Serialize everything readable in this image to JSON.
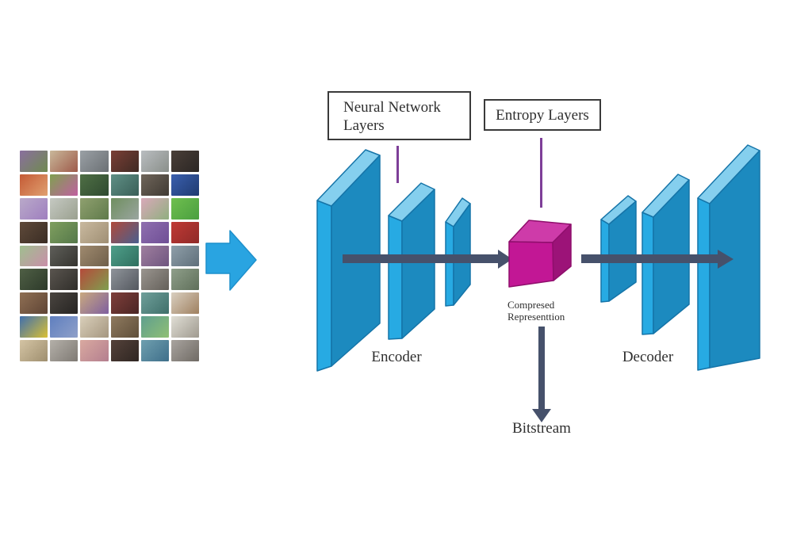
{
  "figure": {
    "boxes": {
      "neural_network_layers": {
        "line1": "Neural Network",
        "line2": "Layers"
      },
      "entropy_layers": {
        "label": "Entropy Layers"
      }
    },
    "labels": {
      "encoder": "Encoder",
      "decoder": "Decoder",
      "compressed_line1": "Compresed",
      "compressed_line2": "Representtion",
      "bitstream": "Bitstream"
    }
  },
  "colors": {
    "slab_face": "#1C8ABF",
    "slab_side": "#27AAE3",
    "slab_top": "#85CFEE",
    "cube_front": "#C21795",
    "cube_top": "#CE3BA9",
    "cube_right": "#9C1378",
    "flow_arrow": "#46516B",
    "input_arrow": "#29A4E1",
    "pointer_line": "#7E3F98",
    "box_border": "#3A3A3A",
    "text": "#2F2F2F"
  },
  "collage": {
    "rows": 9,
    "cols": 6,
    "tiles": [
      {
        "c1": "#8a6f9e",
        "c2": "#6f8a4f"
      },
      {
        "c1": "#c9b89a",
        "c2": "#9e5a4a"
      },
      {
        "c1": "#9aa0a5",
        "c2": "#6b7074"
      },
      {
        "c1": "#7a3f35",
        "c2": "#3f2a24"
      },
      {
        "c1": "#b9bdc0",
        "c2": "#8a8f8a"
      },
      {
        "c1": "#4a3f38",
        "c2": "#2b2624"
      },
      {
        "c1": "#c45a35",
        "c2": "#e0a070"
      },
      {
        "c1": "#7fa050",
        "c2": "#c060a0"
      },
      {
        "c1": "#4f6f45",
        "c2": "#2f4a30"
      },
      {
        "c1": "#5f8f85",
        "c2": "#3a5f58"
      },
      {
        "c1": "#6f655a",
        "c2": "#403a33"
      },
      {
        "c1": "#3a5fae",
        "c2": "#1f3a70"
      },
      {
        "c1": "#b9a9c9",
        "c2": "#9f7fbf"
      },
      {
        "c1": "#c5c9c2",
        "c2": "#9aa08f"
      },
      {
        "c1": "#8fa06f",
        "c2": "#5f7a4a"
      },
      {
        "c1": "#6f8f5f",
        "c2": "#9aa5a0"
      },
      {
        "c1": "#d9a9b9",
        "c2": "#8faf7f"
      },
      {
        "c1": "#6fbf4f",
        "c2": "#4a9f3f"
      },
      {
        "c1": "#5f4a3a",
        "c2": "#3a2d24"
      },
      {
        "c1": "#7f9f5f",
        "c2": "#55784a"
      },
      {
        "c1": "#c9b99f",
        "c2": "#9f8f74"
      },
      {
        "c1": "#b04a3a",
        "c2": "#4a5f8f"
      },
      {
        "c1": "#8f6fb0",
        "c2": "#6f4f95"
      },
      {
        "c1": "#c03a35",
        "c2": "#8f2a28"
      },
      {
        "c1": "#9fbf8f",
        "c2": "#c98fa9"
      },
      {
        "c1": "#5f5f5a",
        "c2": "#35342f"
      },
      {
        "c1": "#9f8a6f",
        "c2": "#6f5f4a"
      },
      {
        "c1": "#4f9f8a",
        "c2": "#2f6f5f"
      },
      {
        "c1": "#9f7f9f",
        "c2": "#6f557f"
      },
      {
        "c1": "#8f9fa9",
        "c2": "#5f6f7a"
      },
      {
        "c1": "#4f5f45",
        "c2": "#2d3a2a"
      },
      {
        "c1": "#5a554f",
        "c2": "#302e2a"
      },
      {
        "c1": "#b54a3a",
        "c2": "#7f9f4f"
      },
      {
        "c1": "#8f949a",
        "c2": "#54585f"
      },
      {
        "c1": "#9a958f",
        "c2": "#64605a"
      },
      {
        "c1": "#8f9f8a",
        "c2": "#5f6f5a"
      },
      {
        "c1": "#8f6f54",
        "c2": "#5f4535"
      },
      {
        "c1": "#4a4540",
        "c2": "#262422"
      },
      {
        "c1": "#c9a97f",
        "c2": "#7f5f9f"
      },
      {
        "c1": "#7f3f3a",
        "c2": "#4a2524"
      },
      {
        "c1": "#6f9f9a",
        "c2": "#3f6f6a"
      },
      {
        "c1": "#d9cfc0",
        "c2": "#9f8060"
      },
      {
        "c1": "#3f6fae",
        "c2": "#d9c035"
      },
      {
        "c1": "#5f7fbf",
        "c2": "#8fa0c9"
      },
      {
        "c1": "#d9cfba",
        "c2": "#a5967f"
      },
      {
        "c1": "#8f7a5f",
        "c2": "#5f4f3a"
      },
      {
        "c1": "#5f9f8f",
        "c2": "#8fbf74"
      },
      {
        "c1": "#e0ded5",
        "c2": "#9f9a8f"
      },
      {
        "c1": "#d4c4a4",
        "c2": "#9f8f6f"
      },
      {
        "c1": "#b4b0a9",
        "c2": "#7f7a74"
      },
      {
        "c1": "#d9a9a0",
        "c2": "#b47f8f"
      },
      {
        "c1": "#54423a",
        "c2": "#2f2622"
      },
      {
        "c1": "#6f9faf",
        "c2": "#3f6f8a"
      },
      {
        "c1": "#a9a49f",
        "c2": "#6f6a64"
      }
    ]
  }
}
